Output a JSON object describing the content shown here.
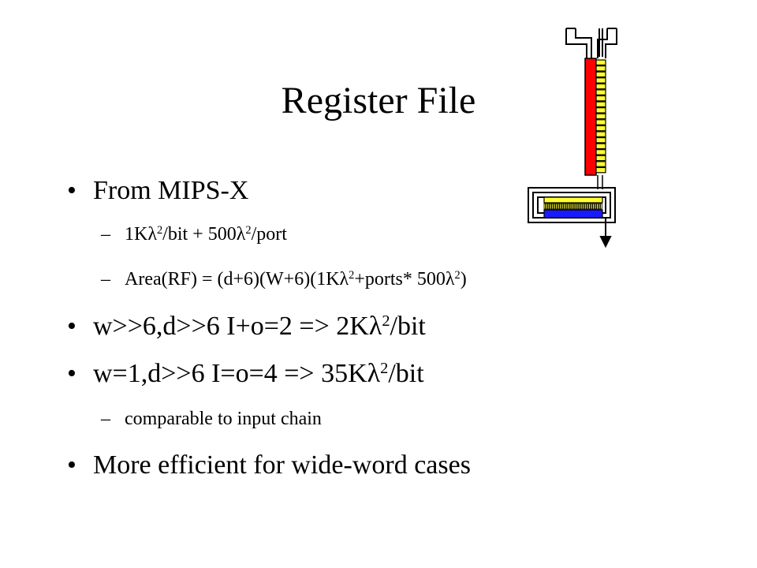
{
  "slide": {
    "title": "Register File",
    "bullets": [
      {
        "marker": "•",
        "parts": [
          {
            "t": "From MIPS-X"
          }
        ],
        "subs": [
          {
            "marker": "–",
            "parts": [
              {
                "t": "1Kλ"
              },
              {
                "sup": "2"
              },
              {
                "t": "/bit + 500λ"
              },
              {
                "sup": "2"
              },
              {
                "t": "/port"
              }
            ]
          },
          {
            "marker": "–",
            "parts": [
              {
                "t": "Area(RF) = (d+6)(W+6)(1Kλ"
              },
              {
                "sup": "2"
              },
              {
                "t": "+ports* 500λ"
              },
              {
                "sup": "2"
              },
              {
                "t": ")"
              }
            ]
          }
        ]
      },
      {
        "marker": "•",
        "parts": [
          {
            "t": "w>>6,d>>6 I+o=2 => 2Kλ"
          },
          {
            "sup": "2"
          },
          {
            "t": "/bit"
          }
        ],
        "subs": []
      },
      {
        "marker": "•",
        "parts": [
          {
            "t": "w=1,d>>6 I=o=4 => 35Kλ"
          },
          {
            "sup": "2"
          },
          {
            "t": "/bit"
          }
        ],
        "subs": [
          {
            "marker": "–",
            "parts": [
              {
                "t": "comparable to input chain"
              }
            ]
          }
        ]
      },
      {
        "marker": "•",
        "parts": [
          {
            "t": "More efficient for wide-word cases"
          }
        ],
        "subs": []
      }
    ]
  },
  "figure": {
    "name": "register-file-diagram",
    "colors": {
      "red": "#ff0000",
      "yellow": "#ffff33",
      "blue": "#1a1aff",
      "line": "#000000"
    },
    "vertical_cells": 19,
    "horizontal_cells": 30
  }
}
